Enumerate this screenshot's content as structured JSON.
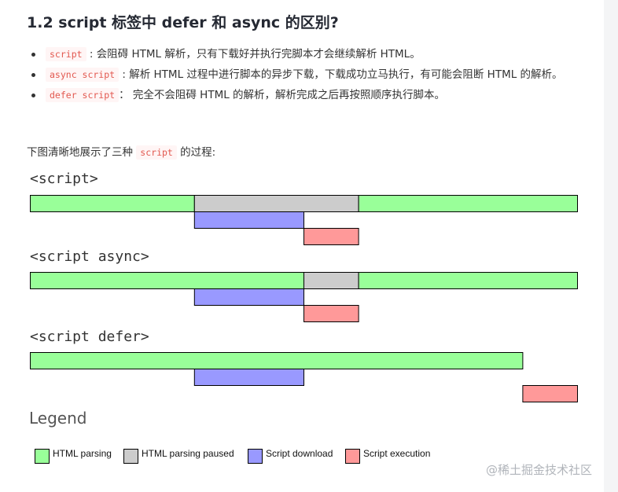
{
  "heading": "1.2 script 标签中 defer 和 async 的区别?",
  "bullets": [
    {
      "code": "script",
      "sep": " : ",
      "text": "会阻碍 HTML 解析，只有下载好并执行完脚本才会继续解析 HTML。"
    },
    {
      "code": "async script",
      "sep": " : ",
      "text": "解析 HTML 过程中进行脚本的异步下载，下载成功立马执行，有可能会阻断 HTML 的解析。"
    },
    {
      "code": "defer script",
      "sep": "： ",
      "text": "完全不会阻碍 HTML 的解析，解析完成之后再按照顺序执行脚本。"
    }
  ],
  "intro": {
    "before": "下图清晰地展示了三种 ",
    "code": "script",
    "after": " 的过程:"
  },
  "diagram": {
    "axis": [
      0,
      10
    ],
    "colors": {
      "parsing": "#99ff99",
      "paused": "#cccccc",
      "download": "#9999ff",
      "execution": "#ff9999"
    },
    "stages": [
      {
        "label": "<script>",
        "rows": [
          [
            {
              "type": "parsing",
              "start": 0,
              "end": 3
            },
            {
              "type": "paused",
              "start": 3,
              "end": 6
            },
            {
              "type": "parsing",
              "start": 6,
              "end": 10
            }
          ],
          [
            {
              "type": "download",
              "start": 3,
              "end": 5
            }
          ],
          [
            {
              "type": "execution",
              "start": 5,
              "end": 6
            }
          ]
        ]
      },
      {
        "label": "<script async>",
        "rows": [
          [
            {
              "type": "parsing",
              "start": 0,
              "end": 5
            },
            {
              "type": "paused",
              "start": 5,
              "end": 6
            },
            {
              "type": "parsing",
              "start": 6,
              "end": 10
            }
          ],
          [
            {
              "type": "download",
              "start": 3,
              "end": 5
            }
          ],
          [
            {
              "type": "execution",
              "start": 5,
              "end": 6
            }
          ]
        ]
      },
      {
        "label": "<script defer>",
        "rows": [
          [
            {
              "type": "parsing",
              "start": 0,
              "end": 9
            }
          ],
          [
            {
              "type": "download",
              "start": 3,
              "end": 5
            }
          ],
          [
            {
              "type": "execution",
              "start": 9,
              "end": 10
            }
          ]
        ]
      }
    ],
    "legend_title": "Legend",
    "legend": [
      {
        "type": "parsing",
        "label": "HTML parsing"
      },
      {
        "type": "paused",
        "label": "HTML parsing paused"
      },
      {
        "type": "download",
        "label": "Script download"
      },
      {
        "type": "execution",
        "label": "Script execution"
      }
    ]
  },
  "watermark": "@稀土掘金技术社区"
}
